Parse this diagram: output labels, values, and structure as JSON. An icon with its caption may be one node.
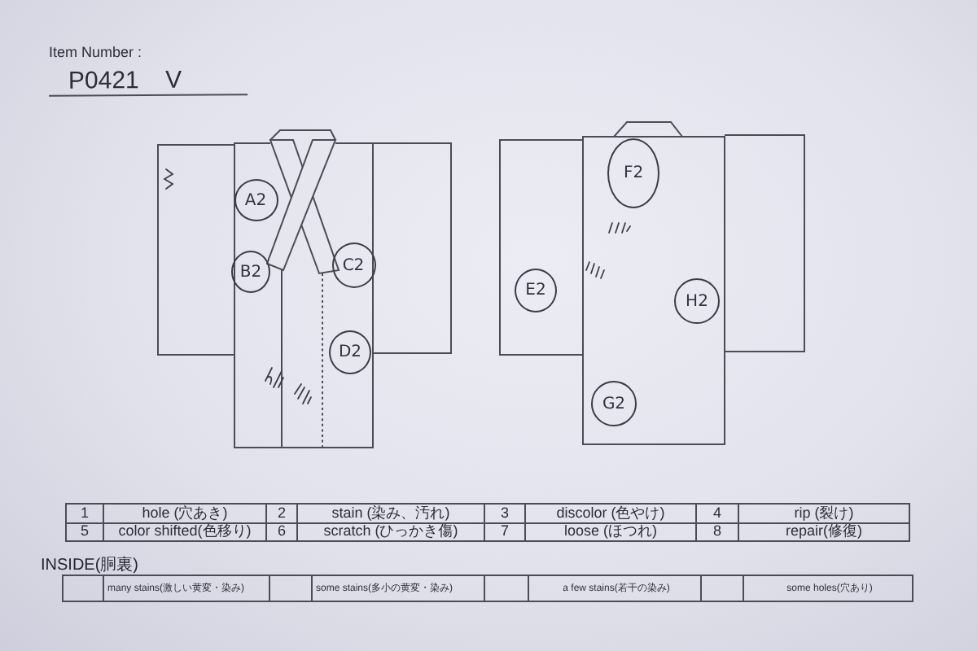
{
  "diagram": {
    "nodes": [
      {
        "text": [
          "A2"
        ]
      },
      {
        "text": [
          "B2"
        ]
      },
      {
        "text": [
          "C2"
        ]
      },
      {
        "text": [
          "D2"
        ]
      },
      {
        "text": [
          "F2"
        ]
      },
      {
        "text": [
          "E2"
        ]
      },
      {
        "text": [
          "H2"
        ]
      },
      {
        "text": [
          "G2"
        ]
      }
    ],
    "labels": [
      "Item Number :",
      "P0421 V",
      "1",
      "hole (穴あき)",
      "2",
      "stain (染み、汚れ)",
      "3",
      "discolor (色やけ)",
      "4",
      "rip (裂け)",
      "5",
      "color shifted(色移り)",
      "6",
      "scratch (ひっかき傷)",
      "7",
      "loose (ほつれ)",
      "8",
      "repair(修復)",
      "INSIDE(胴裏)",
      "many stains(激しい黄変・染み)",
      "some stains(多小の黄変・染み)",
      "a few stains(若干の染み)",
      "some holes(穴あり)"
    ]
  }
}
